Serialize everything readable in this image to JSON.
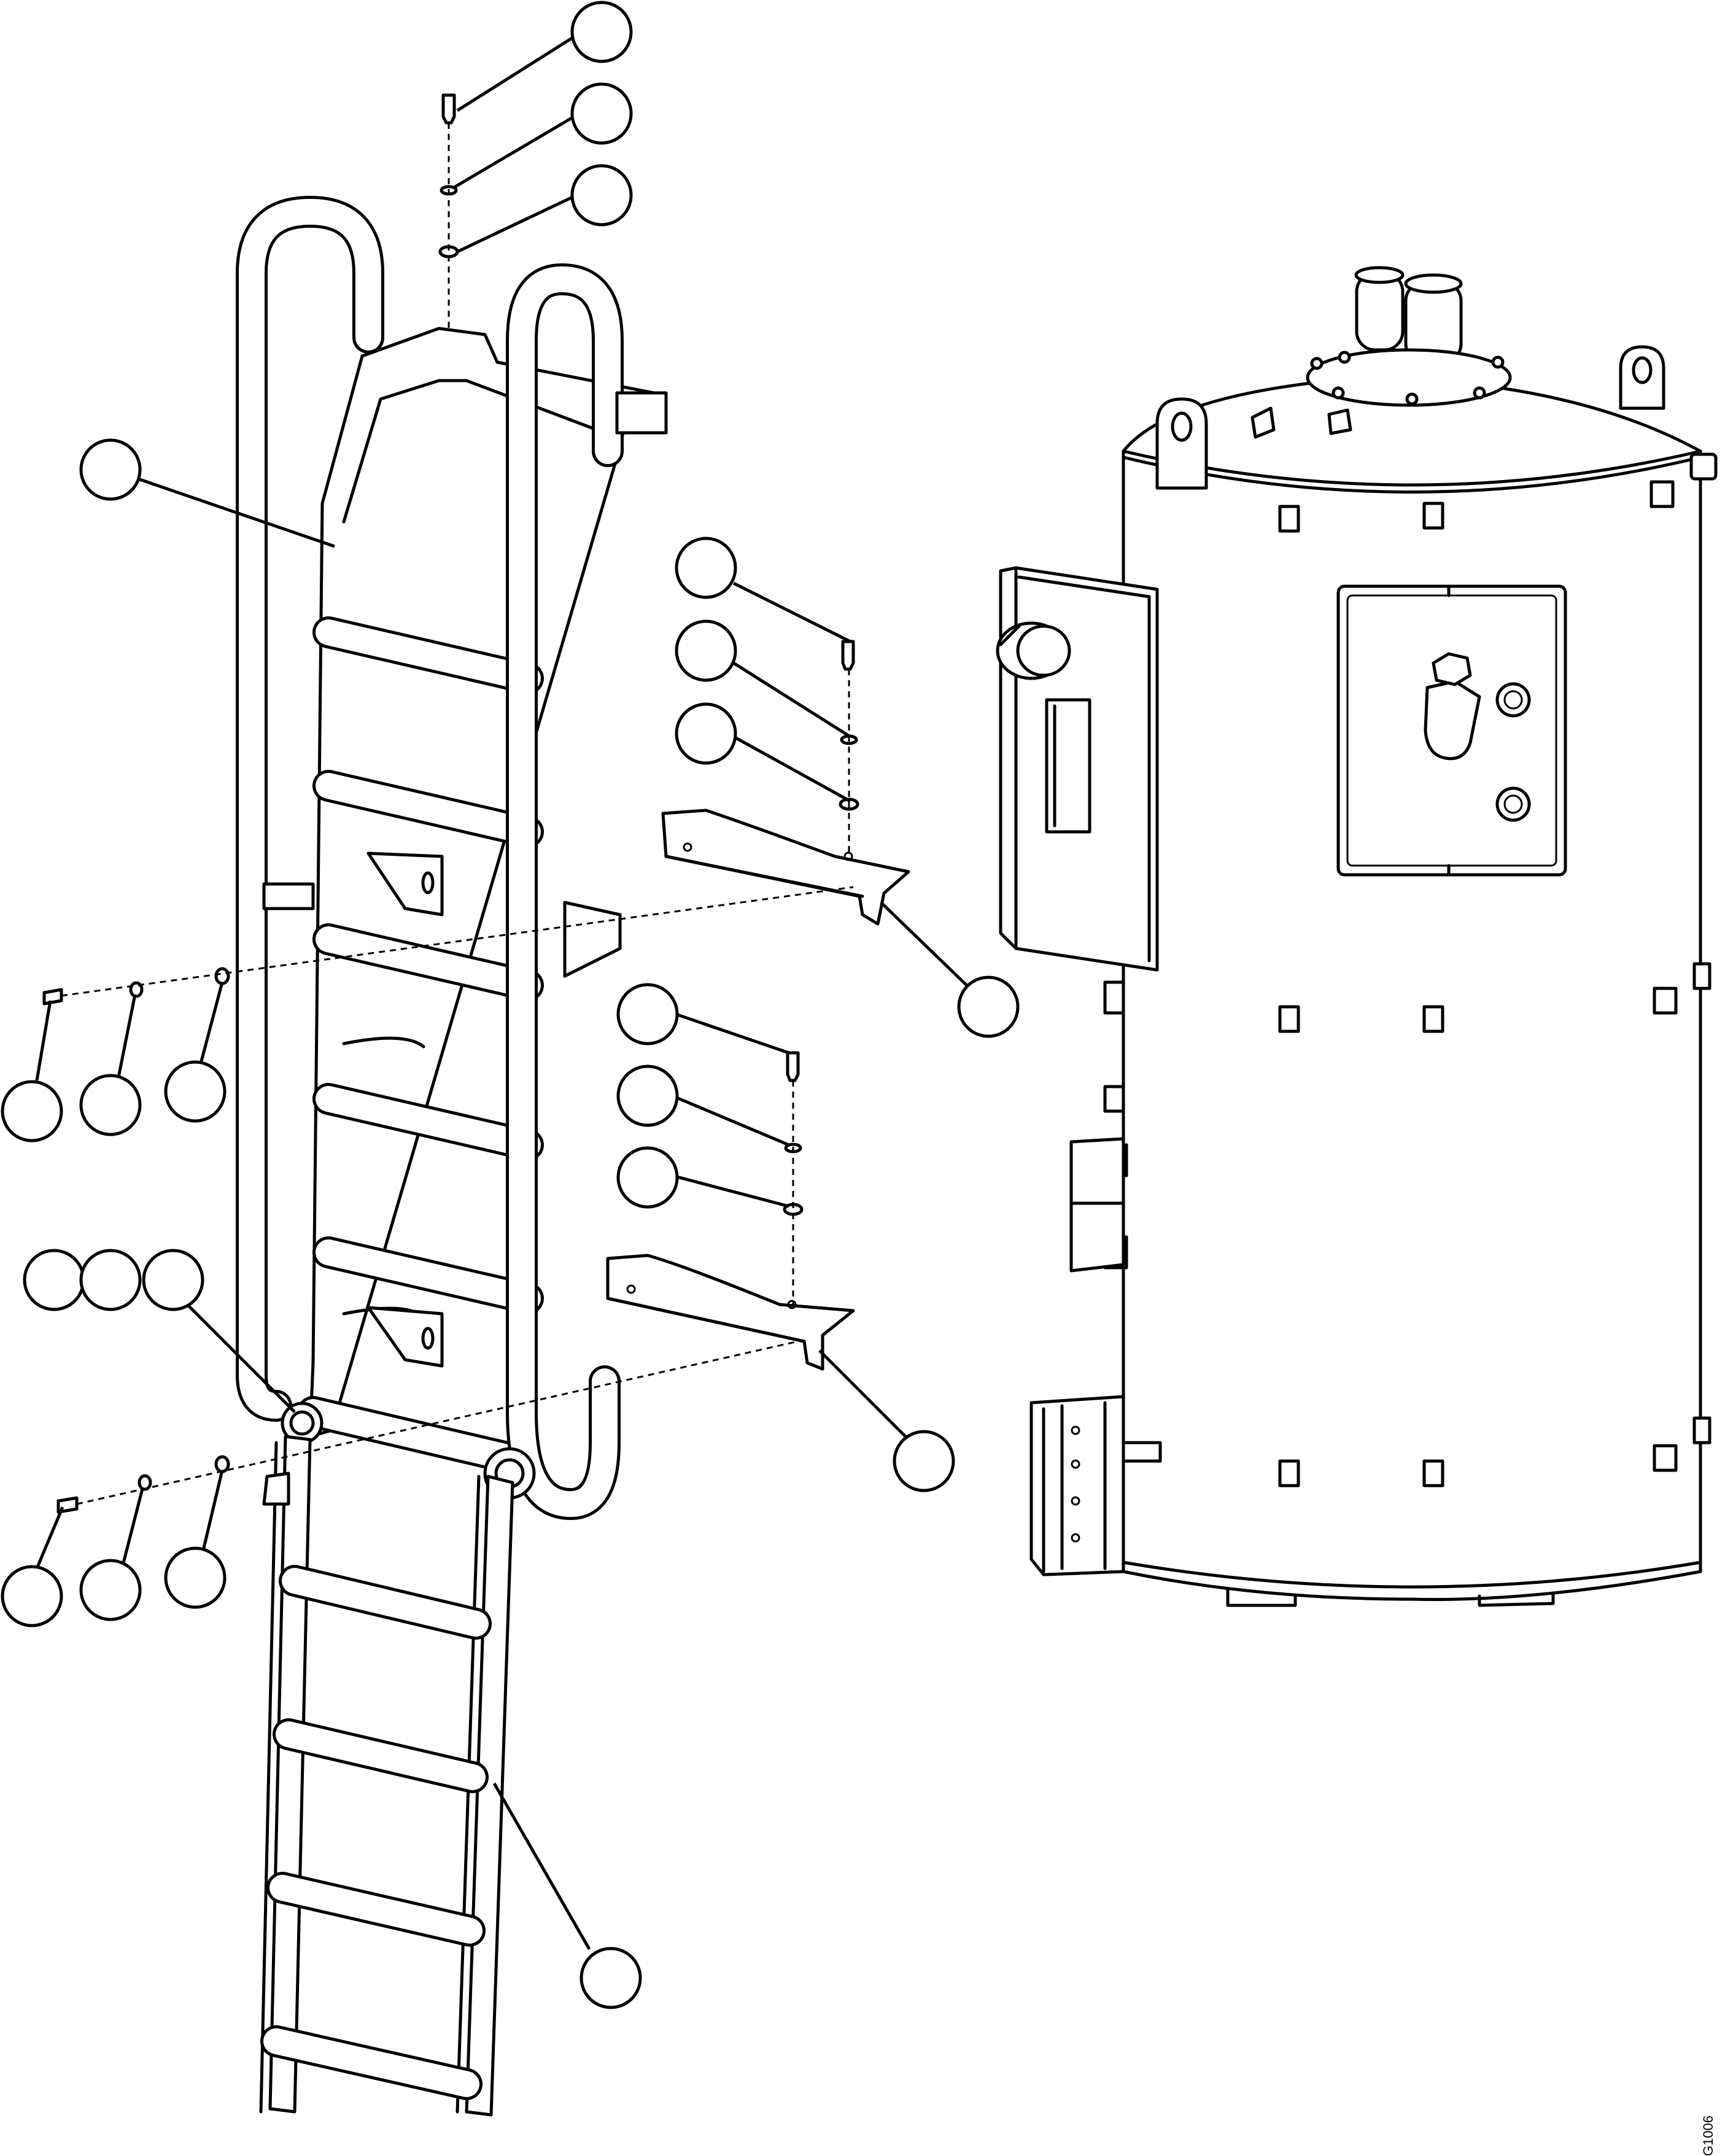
{
  "drawing": {
    "id": "G1006",
    "view": "exploded-parts-diagram",
    "colors": {
      "line": "#000000",
      "background": "#ffffff"
    }
  },
  "callouts": [
    {
      "name": "callout-bolt-top"
    },
    {
      "name": "callout-lockwasher-top"
    },
    {
      "name": "callout-washer-top"
    },
    {
      "name": "callout-upper-ladder"
    },
    {
      "name": "callout-bolt-upper-bracket"
    },
    {
      "name": "callout-lockwasher-upper-bracket"
    },
    {
      "name": "callout-washer-upper-bracket"
    },
    {
      "name": "callout-upper-bracket"
    },
    {
      "name": "callout-bolt-lower-bracket"
    },
    {
      "name": "callout-lockwasher-lower-bracket"
    },
    {
      "name": "callout-washer-lower-bracket"
    },
    {
      "name": "callout-lower-bracket"
    },
    {
      "name": "callout-bolt-side-upper"
    },
    {
      "name": "callout-lockwasher-side-upper"
    },
    {
      "name": "callout-washer-side-upper"
    },
    {
      "name": "callout-pivot-a"
    },
    {
      "name": "callout-pivot-b"
    },
    {
      "name": "callout-pivot-c"
    },
    {
      "name": "callout-bolt-side-lower"
    },
    {
      "name": "callout-lockwasher-side-lower"
    },
    {
      "name": "callout-washer-side-lower"
    },
    {
      "name": "callout-lower-ladder"
    }
  ]
}
